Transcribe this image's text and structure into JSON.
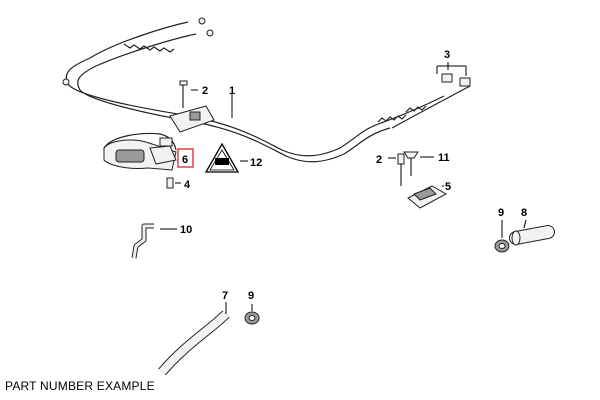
{
  "caption": "PART NUMBER EXAMPLE",
  "callouts": {
    "c1": "1",
    "c2a": "2",
    "c2b": "2",
    "c3": "3",
    "c4": "4",
    "c5": "5",
    "c6": "6",
    "c7": "7",
    "c8": "8",
    "c9a": "9",
    "c9b": "9",
    "c10": "10",
    "c11": "11",
    "c12": "12"
  },
  "highlight_color": "#e0202a"
}
